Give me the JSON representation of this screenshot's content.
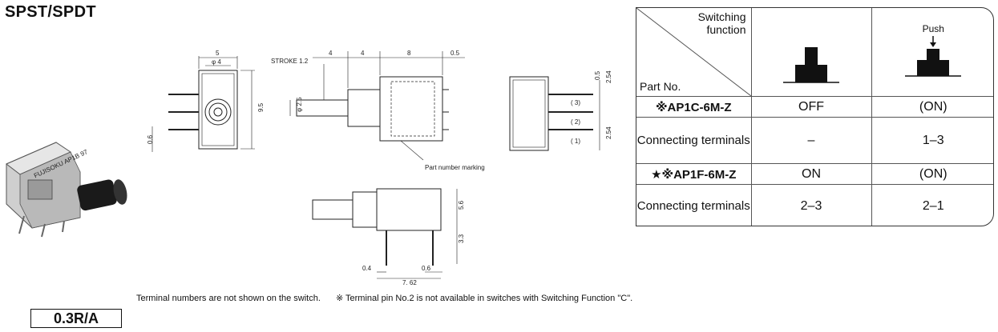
{
  "title": "SPST/SPDT",
  "drawing": {
    "dims_top_view": {
      "width": "5",
      "dia": "φ 4",
      "height": "9.5",
      "pin": "0.6"
    },
    "dims_side_view": {
      "stroke": "STROKE 1.2",
      "d1": "4",
      "d2": "4",
      "d3": "8",
      "d4": "0.5",
      "dia": "φ 2.5",
      "marking": "Part number marking"
    },
    "dims_end_view": {
      "pitch1": "0.5",
      "pitch2": "2.54",
      "pitch3": "2.54",
      "t3": "( 3)",
      "t2": "( 2)",
      "t1": "( 1)"
    },
    "dims_bottom_view": {
      "h1": "5.6",
      "h2": "3.3",
      "w1": "0.4",
      "w2": "0.6",
      "w3": "7. 62"
    },
    "product_label": "FUJISOKU AP1B 97"
  },
  "notes": {
    "note1": "Terminal numbers are not shown on the switch.",
    "note2": "※ Terminal pin No.2 is not available in switches with Switching Function \"C\"."
  },
  "rating": "0.3R/A",
  "table": {
    "header_func": "Switching\nfunction",
    "header_part": "Part No.",
    "push_label": "Push",
    "rows": [
      {
        "part": "※AP1C-6M-Z",
        "off": "OFF",
        "on": "(ON)"
      },
      {
        "conn": "Connecting terminals",
        "off": "–",
        "on": "1–3"
      },
      {
        "part": "★※AP1F-6M-Z",
        "off": "ON",
        "on": "(ON)"
      },
      {
        "conn": "Connecting terminals",
        "off": "2–3",
        "on": "2–1"
      }
    ]
  }
}
